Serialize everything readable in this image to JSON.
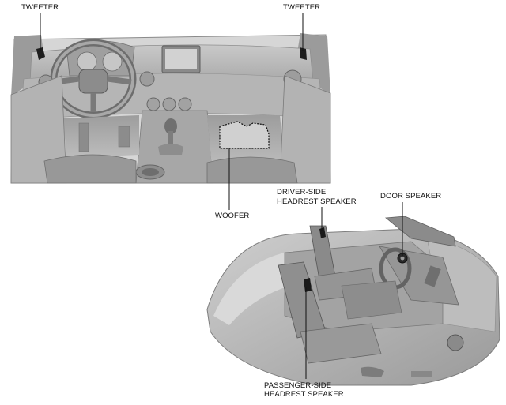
{
  "labels": {
    "tweeter_left": "TWEETER",
    "tweeter_right": "TWEETER",
    "driver_headrest_line1": "DRIVER-SIDE",
    "driver_headrest_line2": "HEADREST SPEAKER",
    "door_speaker": "DOOR SPEAKER",
    "woofer": "WOOFER",
    "passenger_headrest_line1": "PASSENGER-SIDE",
    "passenger_headrest_line2": "HEADREST SPEAKER"
  },
  "colors": {
    "background": "#ffffff",
    "illustration_gray": "#b8b8b8",
    "dark_gray": "#7a7a7a",
    "leader_line": "#111111",
    "speaker_highlight": "#1a1a1a"
  }
}
